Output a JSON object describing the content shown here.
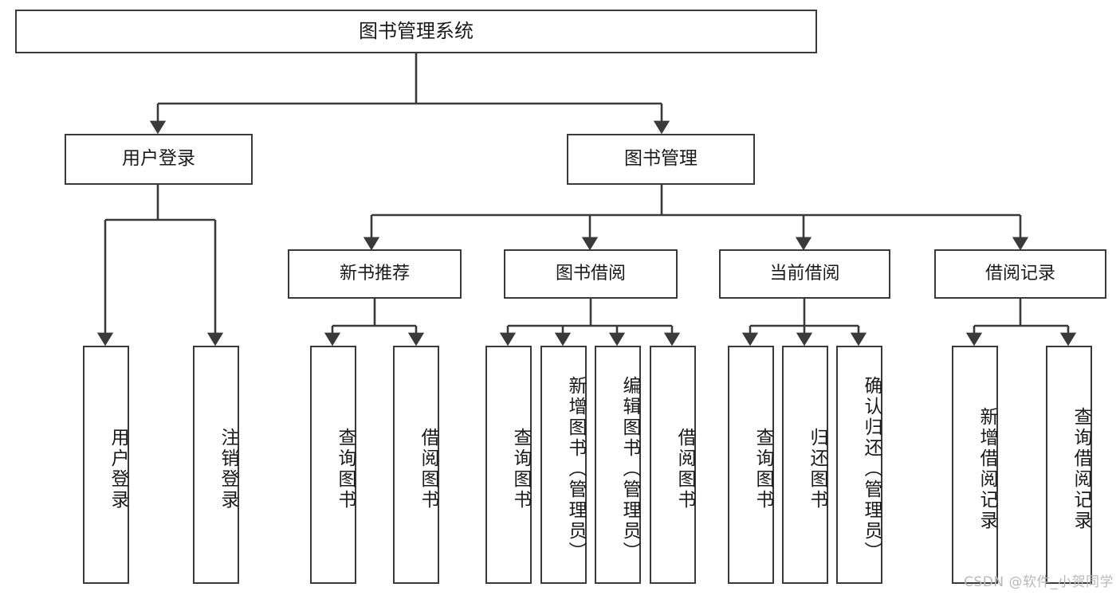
{
  "diagram": {
    "title": "图书管理系统",
    "watermark": "CSDN @软件_小贺同学",
    "line_color": "#3a3a3a",
    "box_fill": "#ffffff",
    "text_color": "#1a1a1a",
    "watermark_color": "#b9b9b9",
    "root": {
      "label": "图书管理系统"
    },
    "level1": [
      {
        "label": "用户登录"
      },
      {
        "label": "图书管理"
      }
    ],
    "level2": [
      {
        "label": "新书推荐"
      },
      {
        "label": "图书借阅"
      },
      {
        "label": "当前借阅"
      },
      {
        "label": "借阅记录"
      }
    ],
    "leaves": {
      "user_login": [
        {
          "label": "用户登录"
        },
        {
          "label": "注销登录"
        }
      ],
      "new_book_recommend": [
        {
          "label": "查询图书"
        },
        {
          "label": "借阅图书"
        }
      ],
      "book_borrow": [
        {
          "label": "查询图书"
        },
        {
          "label": "新增图书（管理员）"
        },
        {
          "label": "编辑图书（管理员）"
        },
        {
          "label": "借阅图书"
        }
      ],
      "current_borrow": [
        {
          "label": "查询图书"
        },
        {
          "label": "归还图书"
        },
        {
          "label": "确认归还（管理员）"
        }
      ],
      "borrow_record": [
        {
          "label": "新增借阅记录"
        },
        {
          "label": "查询借阅记录"
        }
      ]
    }
  }
}
